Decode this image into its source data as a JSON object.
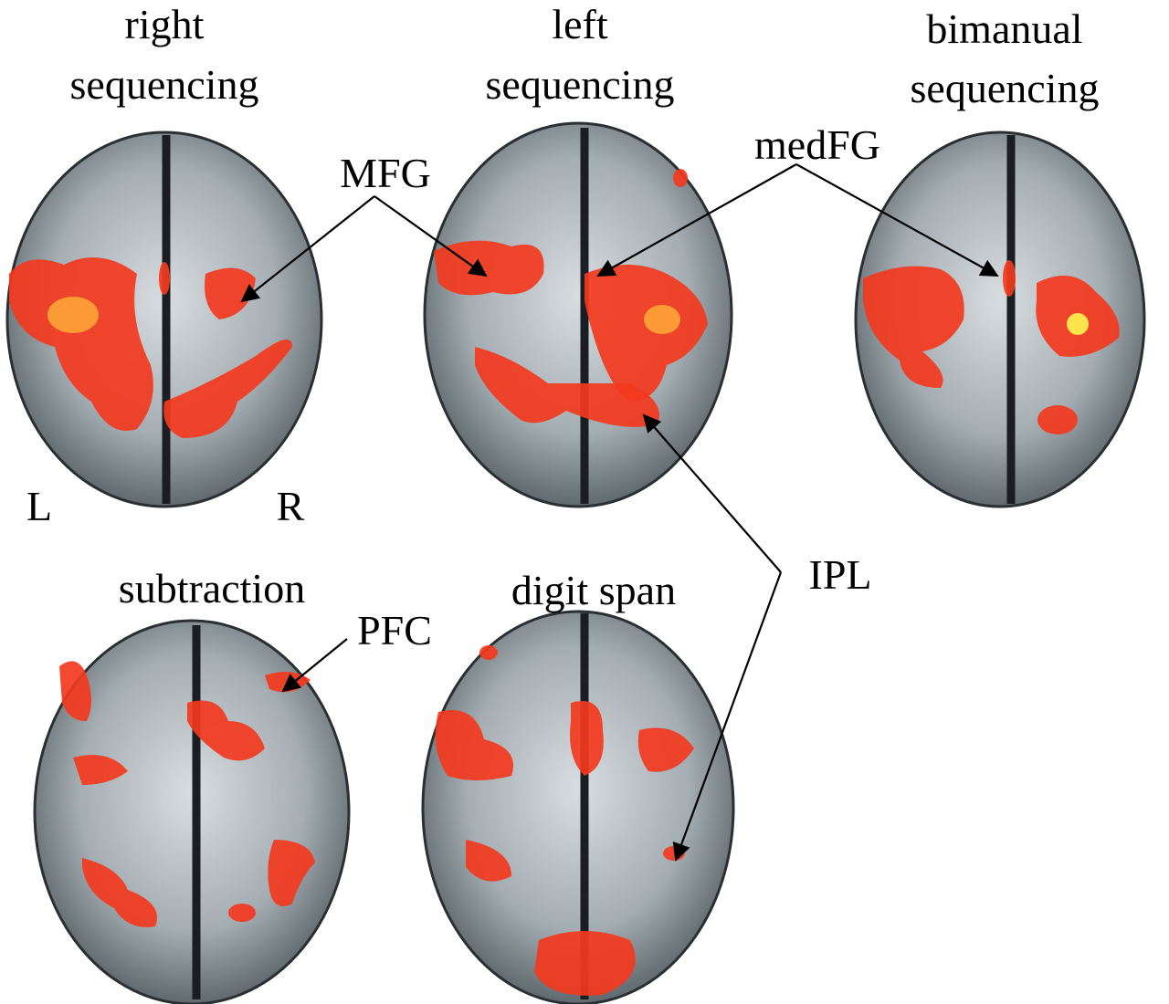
{
  "panels": {
    "right_sequencing": {
      "line1": "right",
      "line2": "sequencing"
    },
    "left_sequencing": {
      "line1": "left",
      "line2": "sequencing"
    },
    "bimanual_sequencing": {
      "line1": "bimanual",
      "line2": "sequencing"
    },
    "subtraction": {
      "title": "subtraction"
    },
    "digit_span": {
      "title": "digit span"
    }
  },
  "orientation": {
    "left": "L",
    "right": "R"
  },
  "annotations": {
    "mfg": "MFG",
    "medfg": "medFG",
    "ipl": "IPL",
    "pfc": "PFC"
  },
  "colors": {
    "activation": "#f23a1e",
    "peak": "#ffe34a",
    "cortex": "#9aa3a8"
  }
}
